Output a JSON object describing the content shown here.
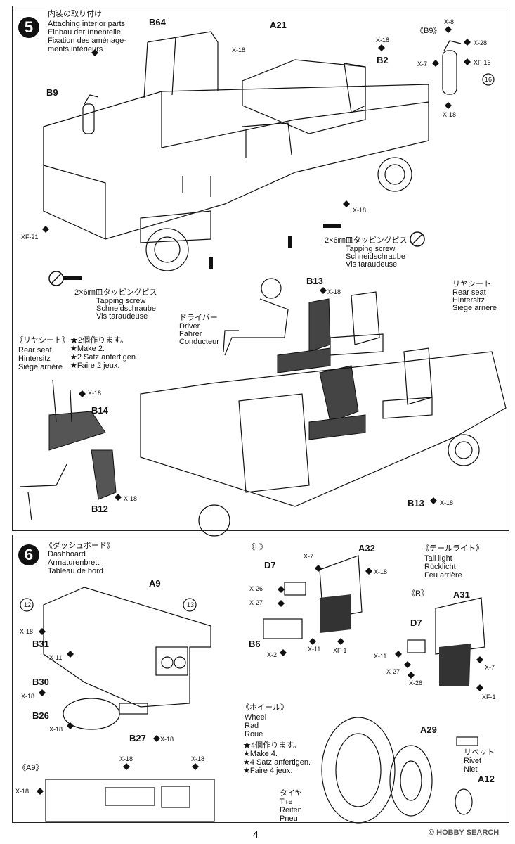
{
  "step5": {
    "number": "5",
    "title_jp": "内装の取り付け",
    "title_en": "Attaching interior parts",
    "title_de": "Einbau der Innenteile",
    "title_fr1": "Fixation des aménage-",
    "title_fr2": "ments intérieurs",
    "parts": {
      "b64": "B64",
      "a21": "A21",
      "b9": "B9",
      "b2": "B2",
      "b13": "B13",
      "b13b": "B13",
      "b14": "B14",
      "b12": "B12"
    },
    "colors": {
      "x18": "X-18",
      "x8": "X-8",
      "x28": "X-28",
      "x7": "X-7",
      "xf16": "XF-16",
      "xf21": "XF-21"
    },
    "b9_inset": "《B9》",
    "ref16": "16",
    "screw_jp": "2×6㎜皿タッピングビス",
    "screw_en": "Tapping screw",
    "screw_de": "Schneidschraube",
    "screw_fr": "Vis taraudeuse",
    "driver_jp": "ドライバー",
    "driver_en": "Driver",
    "driver_de": "Fahrer",
    "driver_fr": "Conducteur",
    "rearseat_jp": "リヤシート",
    "rearseat_en": "Rear seat",
    "rearseat_de": "Hintersitz",
    "rearseat_fr": "Siège arrière",
    "rs_box_jp": "《リヤシート》",
    "make2_jp": "★2個作ります。",
    "make2_en": "★Make 2.",
    "make2_de": "★2 Satz anfertigen.",
    "make2_fr": "★Faire 2 jeux."
  },
  "step6": {
    "number": "6",
    "dash_jp": "《ダッシュボード》",
    "dash_en": "Dashboard",
    "dash_de": "Armaturenbrett",
    "dash_fr": "Tableau de bord",
    "parts": {
      "a9": "A9",
      "b31": "B31",
      "b30": "B30",
      "b26": "B26",
      "b27": "B27",
      "a32": "A32",
      "d7": "D7",
      "b6": "B6",
      "a31": "A31",
      "d7r": "D7",
      "a29": "A29",
      "a12": "A12"
    },
    "colors": {
      "x18": "X-18",
      "x11": "X-11",
      "x7": "X-7",
      "x26": "X-26",
      "x27": "X-27",
      "x2": "X-2",
      "xf1": "XF-1"
    },
    "ref12": "12",
    "ref13": "13",
    "a9_inset": "《A9》",
    "l_inset": "《L》",
    "r_inset": "《R》",
    "tail_jp": "《テールライト》",
    "tail_en": "Tail light",
    "tail_de": "Rücklicht",
    "tail_fr": "Feu arrière",
    "wheel_jp": "《ホイール》",
    "wheel_en": "Wheel",
    "wheel_de": "Rad",
    "wheel_fr": "Roue",
    "make4_jp": "★4個作ります。",
    "make4_en": "★Make 4.",
    "make4_de": "★4 Satz anfertigen.",
    "make4_fr": "★Faire 4 jeux.",
    "tire_jp": "タイヤ",
    "tire_en": "Tire",
    "tire_de": "Reifen",
    "tire_fr": "Pneu",
    "rivet_jp": "リベット",
    "rivet_en": "Rivet",
    "rivet_fr": "Niet"
  },
  "page_number": "4",
  "watermark": "© HOBBY SEARCH"
}
